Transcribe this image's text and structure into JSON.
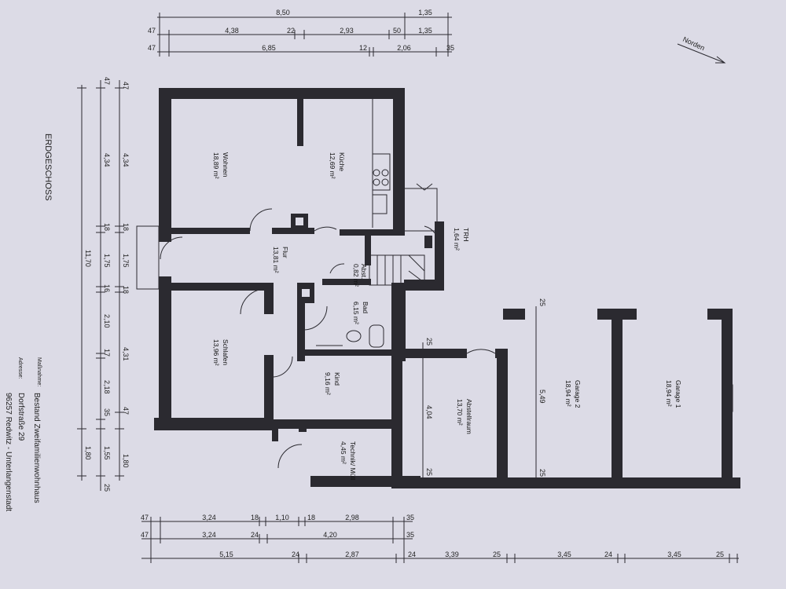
{
  "sheet": {
    "north_label": "Norden",
    "floor_label": "ERDGESCHOSS",
    "measure_label": "Maßnahme:",
    "measure_value": "Bestand Zweifamilienwohnhaus",
    "address_label": "Adresse:",
    "address_line1": "Dorfstraße 29",
    "address_line2": "96257 Redwitz - Unterlangenstadt"
  },
  "rooms": {
    "wohnen": {
      "name": "Wohnen",
      "area": "18,89 m²"
    },
    "kueche": {
      "name": "Küche",
      "area": "12,69 m²"
    },
    "trh": {
      "name": "TRH",
      "area": "1,64 m²"
    },
    "flur": {
      "name": "Flur",
      "area": "13,81 m²"
    },
    "abst": {
      "name": "Abst.",
      "area": "0,82 m²"
    },
    "bad": {
      "name": "Bad",
      "area": "6,15 m²"
    },
    "schlafen": {
      "name": "Schlafen",
      "area": "13,96 m²"
    },
    "kind": {
      "name": "Kind",
      "area": "9,16 m²"
    },
    "technik": {
      "name": "Technik/ Müll",
      "area": "4,45 m²"
    },
    "abstellraum": {
      "name": "Abstellraum",
      "area": "13,70 m²"
    },
    "garage2": {
      "name": "Garage 2",
      "area": "18,94 m²"
    },
    "garage1": {
      "name": "Garage 1",
      "area": "18,94 m²"
    }
  },
  "dims_top": {
    "row1": [
      "8,50",
      "1,35"
    ],
    "row2": [
      "47",
      "4,38",
      "22",
      "2,93",
      "50",
      "1,35"
    ],
    "row3": [
      "47",
      "6,85",
      "12",
      "2,06",
      "35"
    ]
  },
  "dims_left": {
    "col1": [
      "47",
      "4,34",
      "18",
      "1,75",
      "18",
      "4,31",
      "47",
      "1,80"
    ],
    "col2": [
      "47",
      "4,34",
      "18",
      "1,75",
      "16",
      "2,10",
      "17",
      "2,18",
      "35",
      "1,55",
      "25"
    ],
    "col3": [
      "11,70",
      "1,80"
    ]
  },
  "dims_bottom": {
    "row1": [
      "47",
      "3,24",
      "18",
      "1,10",
      "18",
      "2,98",
      "35"
    ],
    "row2": [
      "47",
      "3,24",
      "24",
      "4,20",
      "35"
    ],
    "row3": [
      "5,15",
      "24",
      "2,87",
      "24",
      "3,39",
      "25",
      "3,45",
      "24",
      "3,45",
      "25"
    ]
  },
  "dims_inner": {
    "garage_depth": "5,49",
    "garage_wall_top": "25",
    "garage_wall_bottom": "25",
    "abstell_depth": "4,04",
    "abstell_wall_top": "25",
    "abstell_wall_bottom": "25"
  }
}
